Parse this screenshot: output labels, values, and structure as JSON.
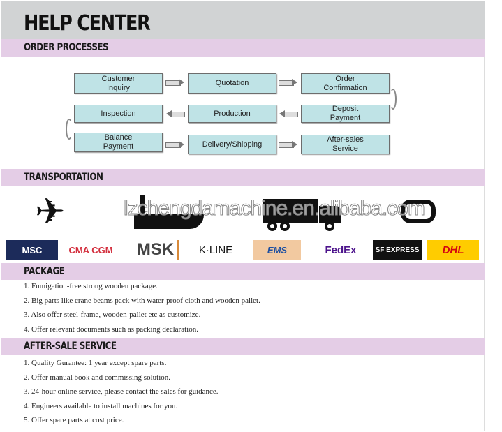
{
  "header": {
    "title": "HELP CENTER"
  },
  "sections": {
    "order": "ORDER PROCESSES",
    "transport": "TRANSPORTATION",
    "package": "PACKAGE",
    "after": "AFTER-SALE SERVICE"
  },
  "process": [
    "Customer\nInquiry",
    "Quotation",
    "Order\nConfirmation",
    "Inspection",
    "Production",
    "Deposit\nPayment",
    "Balance\nPayment",
    "Delivery/Shipping",
    "After-sales\nService"
  ],
  "transport_icons": [
    "airplane-icon",
    "ship-icon",
    "truck-icon",
    "train-icon"
  ],
  "watermark": "lzchengdamachine.en.alibaba.com",
  "carriers": [
    "MSC",
    "CMA CGM",
    "MSK",
    "K·LINE",
    "EMS",
    "FedEx",
    "SF EXPRESS",
    "DHL"
  ],
  "package": [
    "1. Fumigation-free strong wooden package.",
    "2. Big parts like crane beams pack with water-proof cloth and wooden pallet.",
    "3. Also offer steel-frame, wooden-pallet etc as customize.",
    "4. Offer relevant documents such as packing declaration."
  ],
  "after_sale": [
    "1. Quality Gurantee: 1 year except spare parts.",
    "2. Offer manual book and commissing solution.",
    "3. 24-hour online service, please contact the sales for guidance.",
    "4. Engineers available to install machines for you.",
    "5. Offer spare parts at cost price."
  ],
  "colors": {
    "header": "#d1d3d4",
    "band": "#e4cde6",
    "box": "#bfe3e6"
  }
}
